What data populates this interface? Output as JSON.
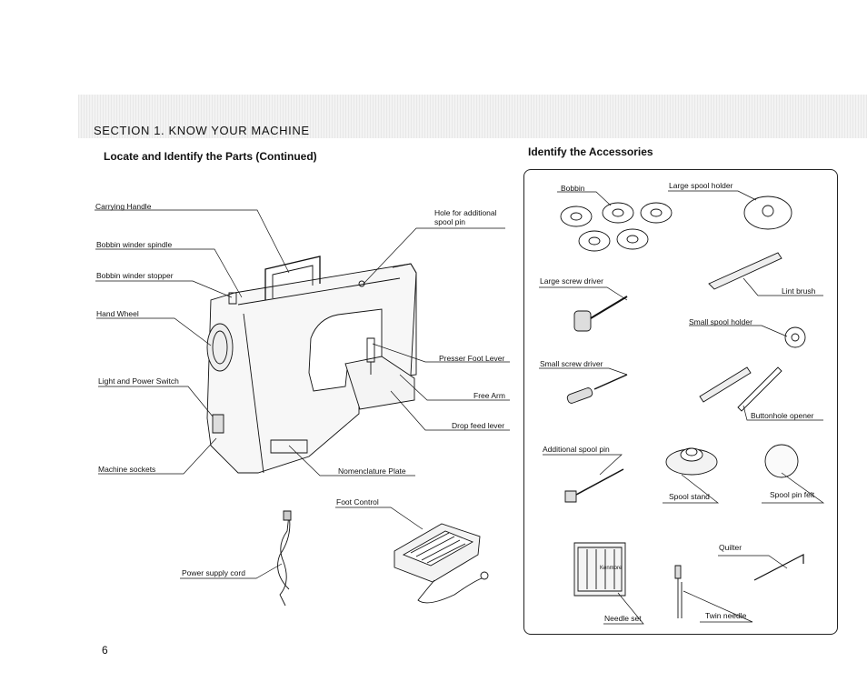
{
  "header": {
    "section": "SECTION  1.   KNOW YOUR MACHINE",
    "left_subtitle": "Locate and Identify the Parts (Continued)",
    "right_subtitle": "Identify the Accessories"
  },
  "machine_labels": {
    "carrying_handle": "Carrying Handle",
    "bobbin_winder_spindle": "Bobbin winder spindle",
    "bobbin_winder_stopper": "Bobbin winder stopper",
    "hand_wheel": "Hand Wheel",
    "light_power_switch": "Light and Power Switch",
    "machine_sockets": "Machine sockets",
    "hole_spool_pin_1": "Hole for additional",
    "hole_spool_pin_2": "spool pin",
    "presser_foot_lever": "Presser Foot Lever",
    "free_arm": "Free Arm",
    "drop_feed_lever": "Drop feed lever",
    "nomenclature_plate": "Nomenclature Plate",
    "foot_control": "Foot Control",
    "power_supply_cord": "Power supply cord"
  },
  "accessories": {
    "bobbin": "Bobbin",
    "large_spool_holder": "Large spool holder",
    "large_screw_driver": "Large screw driver",
    "lint_brush": "Lint brush",
    "small_spool_holder": "Small spool holder",
    "small_screw_driver": "Small screw driver",
    "buttonhole_opener": "Buttonhole opener",
    "additional_spool_pin": "Additional spool pin",
    "spool_stand": "Spool stand",
    "spool_pin_felt": "Spool pin felt",
    "quilter": "Quilter",
    "needle_set": "Needle set",
    "twin_needle": "Twin needle",
    "needle_pack_brand": "Kenmore"
  },
  "page_number": "6"
}
